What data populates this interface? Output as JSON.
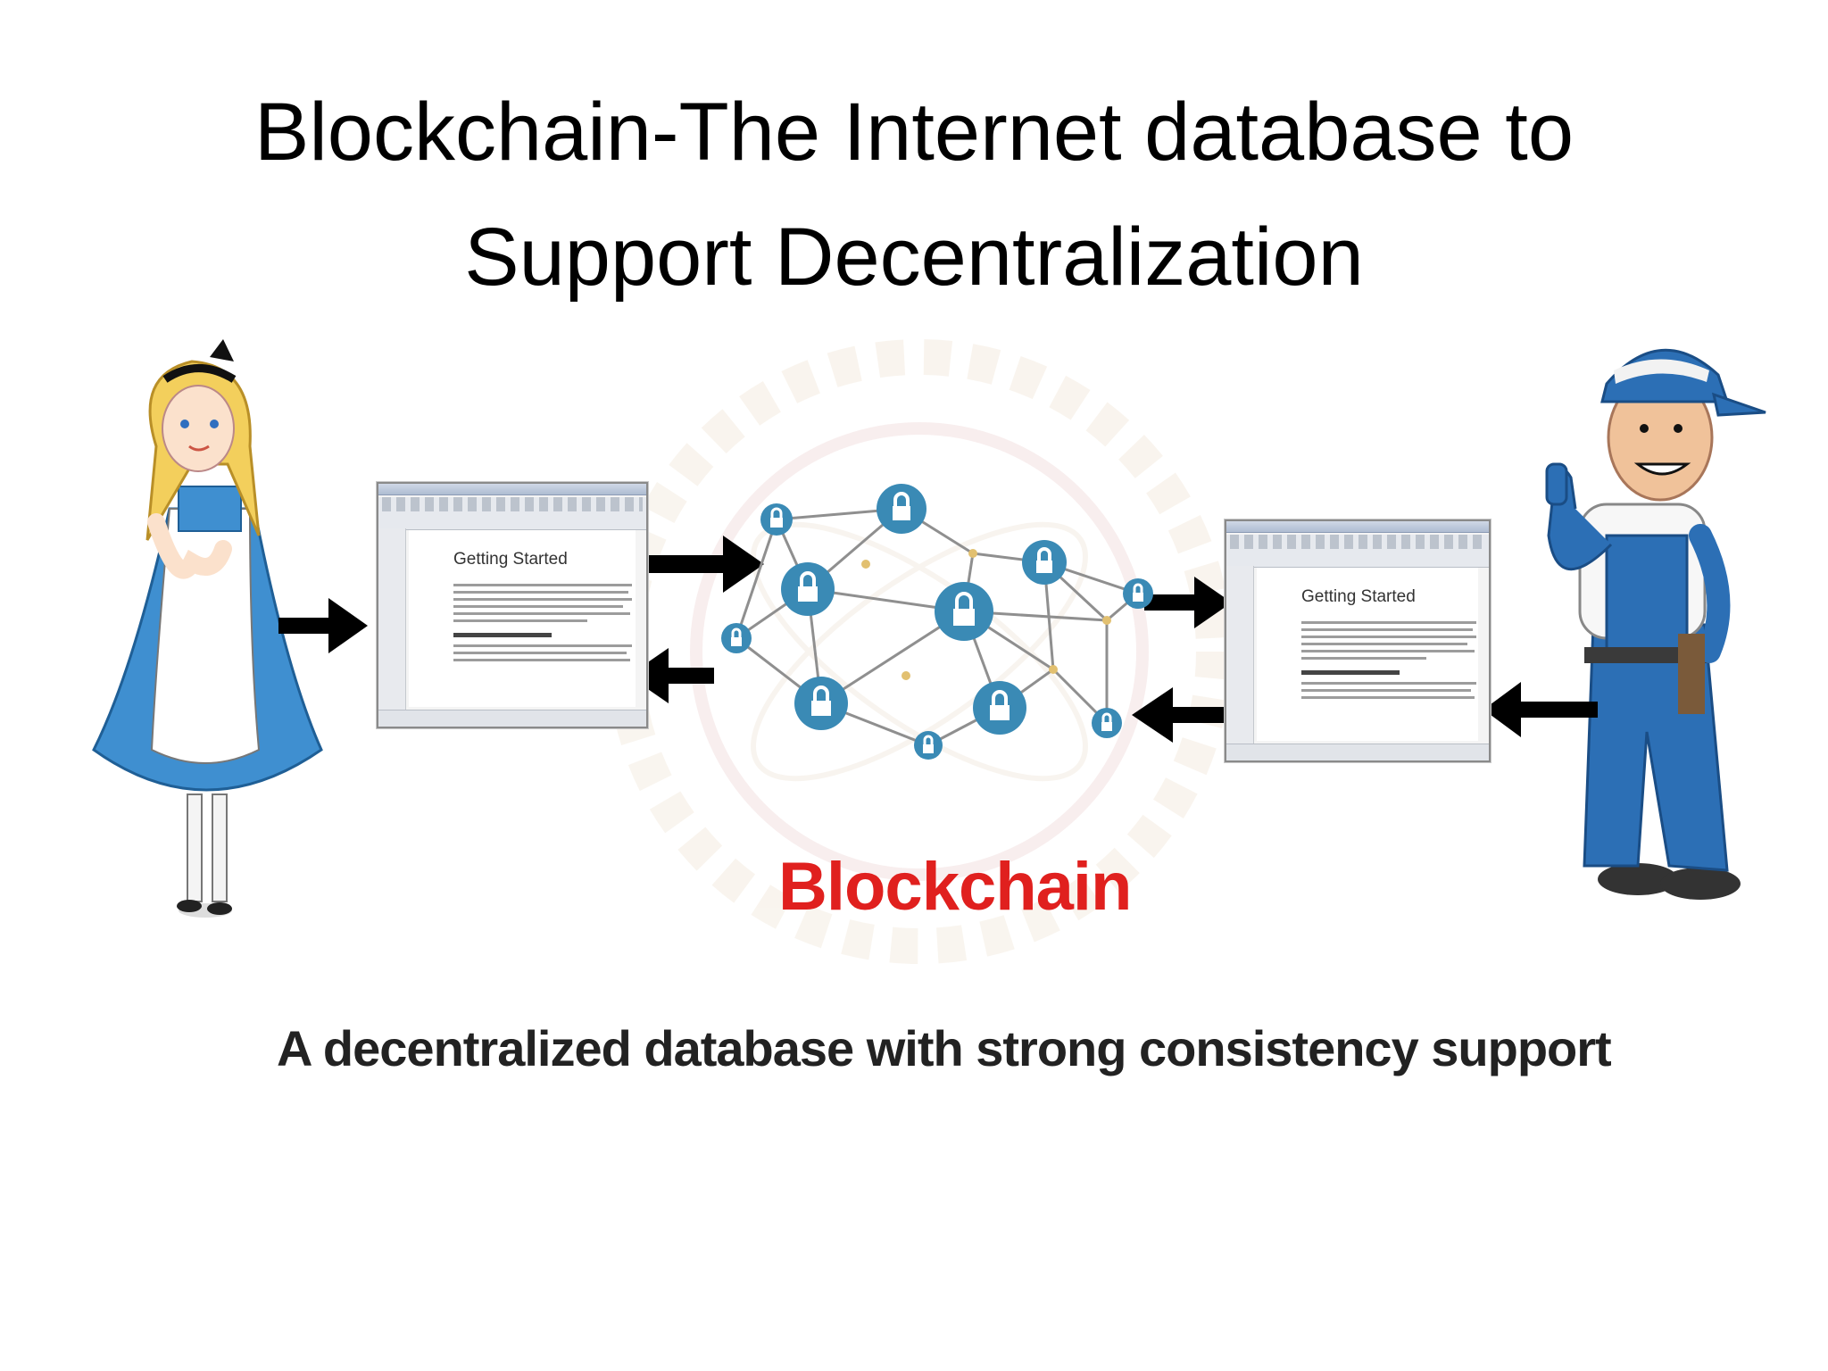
{
  "slide": {
    "title_line1": "Blockchain-The Internet database to",
    "title_line2": "Support Decentralization"
  },
  "diagram": {
    "left_document": {
      "heading": "Getting Started"
    },
    "right_document": {
      "heading": "Getting Started"
    },
    "network_label": "Blockchain",
    "caption": "A decentralized database with strong consistency support",
    "colors": {
      "network_node": "#3a8ab5",
      "network_link": "#8f8f8f",
      "network_junction": "#e2c070",
      "network_label": "#e0201e",
      "arrow": "#000000",
      "alice_dress": "#3f8fd0",
      "worker_overall": "#2c6fb5"
    },
    "icons": [
      "alice-character",
      "worker-character",
      "padlock-icon",
      "arrow-right-icon",
      "arrow-left-icon"
    ]
  }
}
